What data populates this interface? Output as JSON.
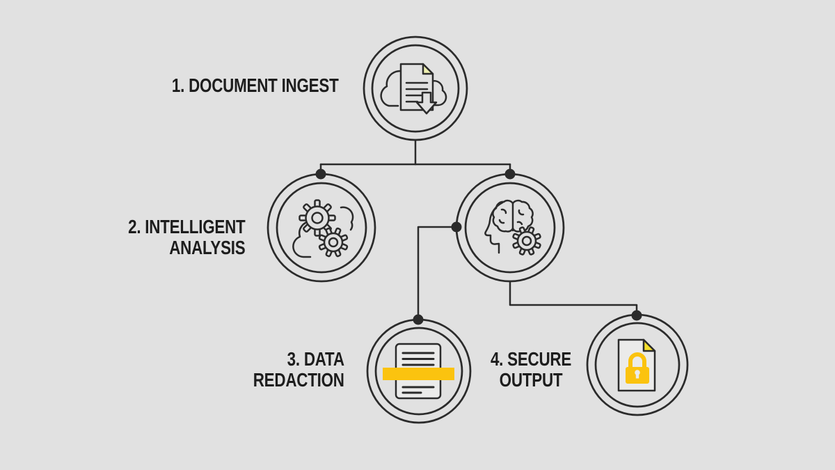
{
  "diagram": {
    "description": "Four-step document security process flowchart",
    "colors": {
      "background": "#e1e1e1",
      "line": "#2b2b2b",
      "text": "#1d1d1d",
      "accent_yellow": "#fbc30f",
      "pale_fold_yellow": "#eef0b0",
      "bright_fold_yellow": "#f4df2c",
      "document_fill": "#ebebea"
    },
    "steps": [
      {
        "number": "1",
        "label": "1. DOCUMENT INGEST",
        "icons": [
          "cloud-document-download-icon"
        ]
      },
      {
        "number": "2",
        "lines": [
          "2. INTELLIGENT",
          "ANALYSIS"
        ],
        "icons": [
          "processing-gears-icon",
          "ai-brain-head-icon"
        ]
      },
      {
        "number": "3",
        "lines": [
          "3. DATA",
          "REDACTION"
        ],
        "icons": [
          "redacted-document-icon"
        ]
      },
      {
        "number": "4",
        "lines": [
          "4. SECURE",
          "OUTPUT"
        ],
        "icons": [
          "locked-document-icon"
        ]
      }
    ]
  }
}
